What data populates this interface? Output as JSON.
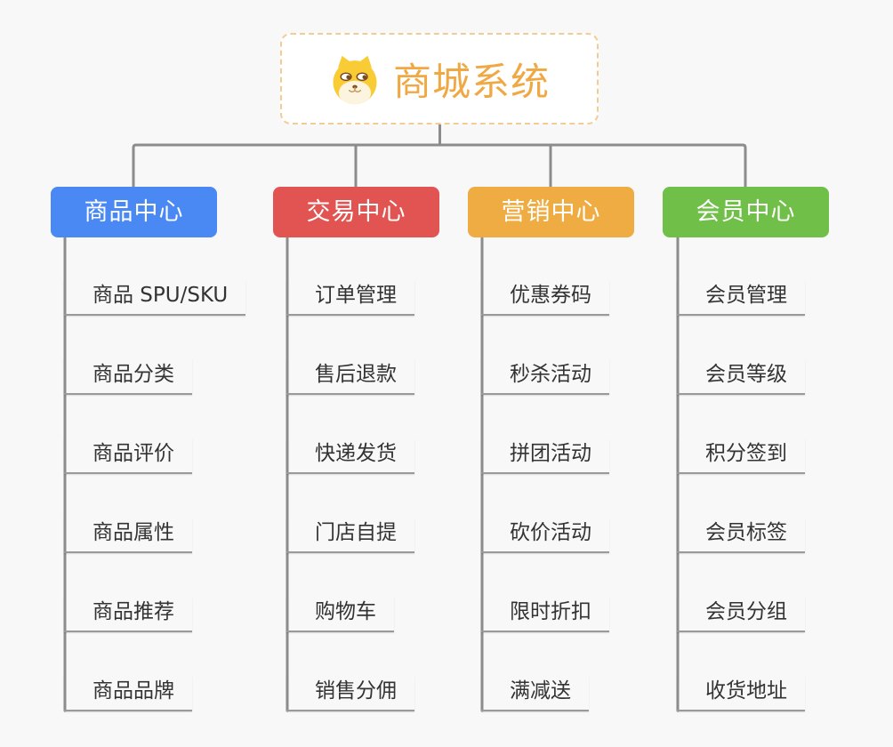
{
  "background": "#f8f8f8",
  "connector_color": "#8c8c8c",
  "root": {
    "title": "商城系统",
    "icon": "dog-face-icon",
    "title_color": "#f0a844",
    "border_color": "#f2cd93"
  },
  "columns": [
    {
      "label": "商品中心",
      "color": "#4a89f3",
      "items": [
        "商品 SPU/SKU",
        "商品分类",
        "商品评价",
        "商品属性",
        "商品推荐",
        "商品品牌"
      ]
    },
    {
      "label": "交易中心",
      "color": "#e25452",
      "items": [
        "订单管理",
        "售后退款",
        "快递发货",
        "门店自提",
        "购物车",
        "销售分佣"
      ]
    },
    {
      "label": "营销中心",
      "color": "#eeac42",
      "items": [
        "优惠券码",
        "秒杀活动",
        "拼团活动",
        "砍价活动",
        "限时折扣",
        "满减送"
      ]
    },
    {
      "label": "会员中心",
      "color": "#70bf48",
      "items": [
        "会员管理",
        "会员等级",
        "积分签到",
        "会员标签",
        "会员分组",
        "收货地址"
      ]
    }
  ]
}
